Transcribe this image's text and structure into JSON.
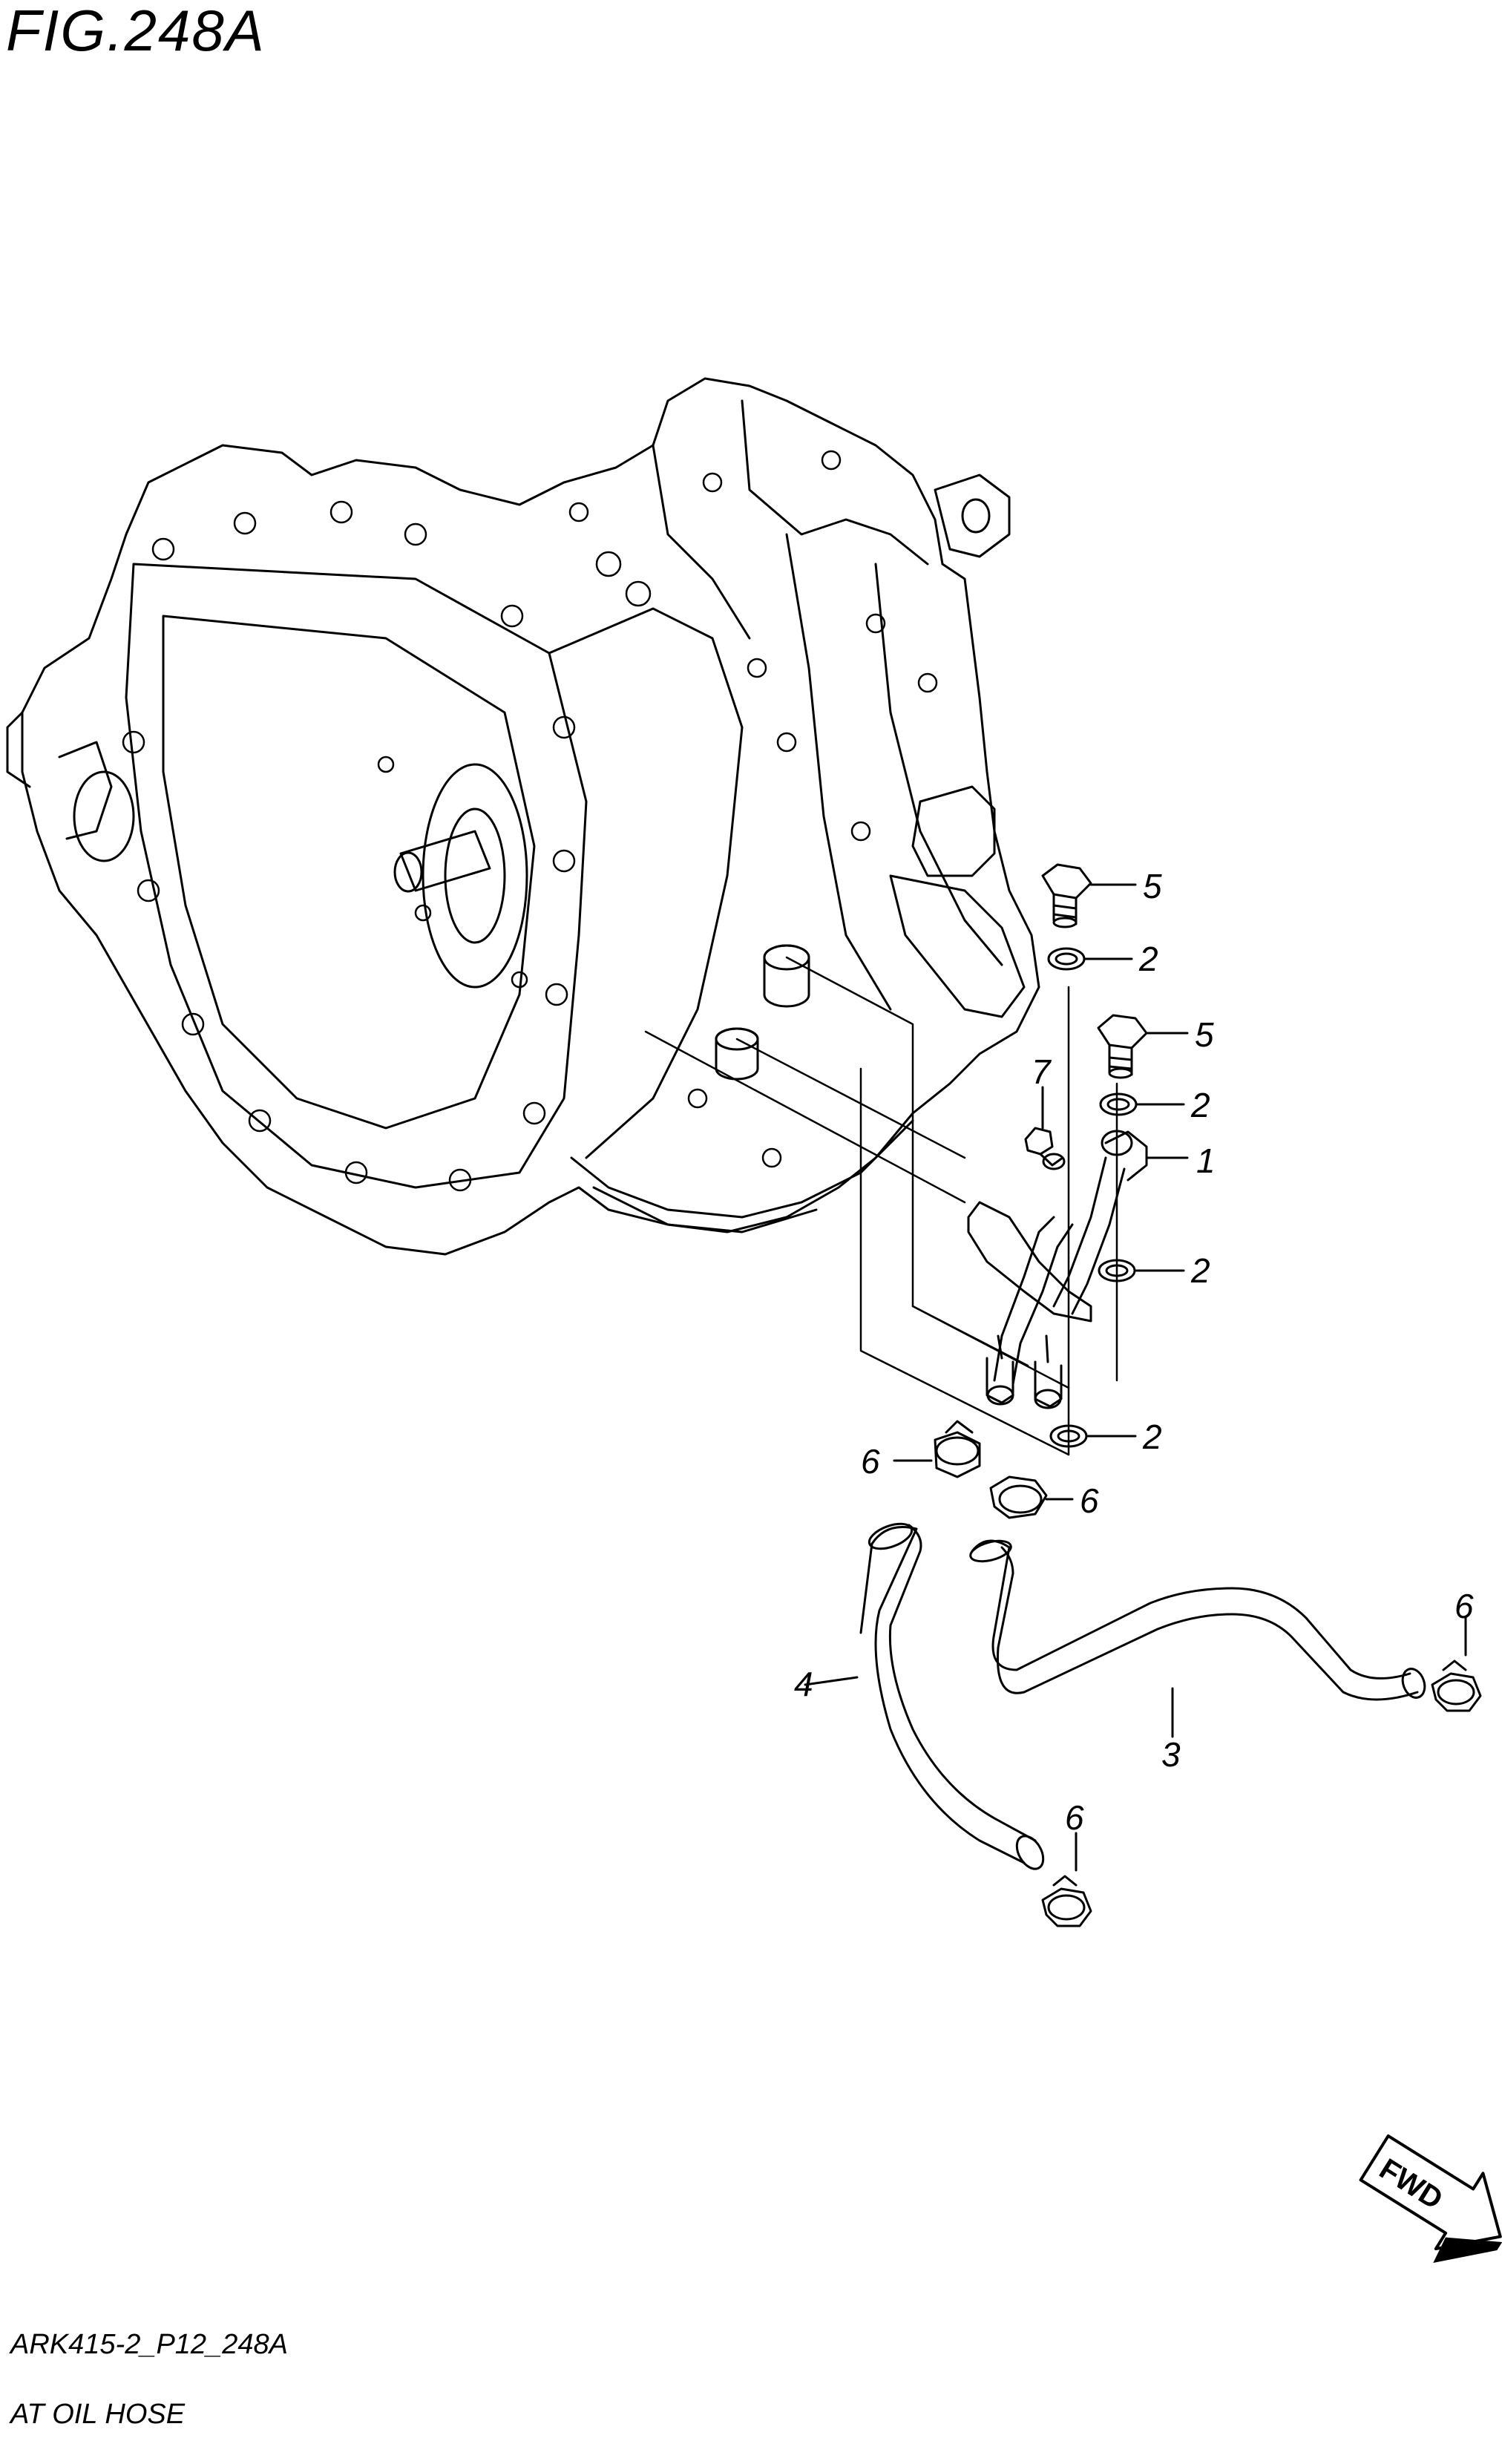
{
  "figure": {
    "title": "FIG.248A"
  },
  "footer": {
    "code": "ARK415-2_P12_248A",
    "caption": "AT OIL HOSE"
  },
  "direction_badge": "FWD",
  "callouts": {
    "c1": "1",
    "c2a": "2",
    "c2b": "2",
    "c2c": "2",
    "c2d": "2",
    "c3": "3",
    "c4": "4",
    "c5a": "5",
    "c5b": "5",
    "c6a": "6",
    "c6b": "6",
    "c6c": "6",
    "c6d": "6",
    "c7": "7"
  }
}
